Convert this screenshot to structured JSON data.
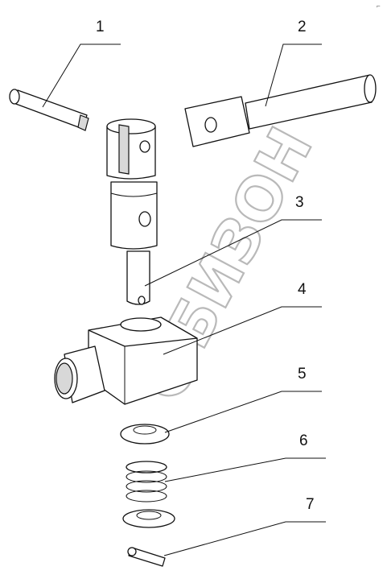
{
  "diagram": {
    "callouts": [
      {
        "id": 1,
        "label": "1"
      },
      {
        "id": 2,
        "label": "2"
      },
      {
        "id": 3,
        "label": "3"
      },
      {
        "id": 4,
        "label": "4"
      },
      {
        "id": 5,
        "label": "5"
      },
      {
        "id": 6,
        "label": "6"
      },
      {
        "id": 7,
        "label": "7"
      }
    ],
    "watermark": "БИЗОН",
    "corner_mark": "⌐"
  }
}
